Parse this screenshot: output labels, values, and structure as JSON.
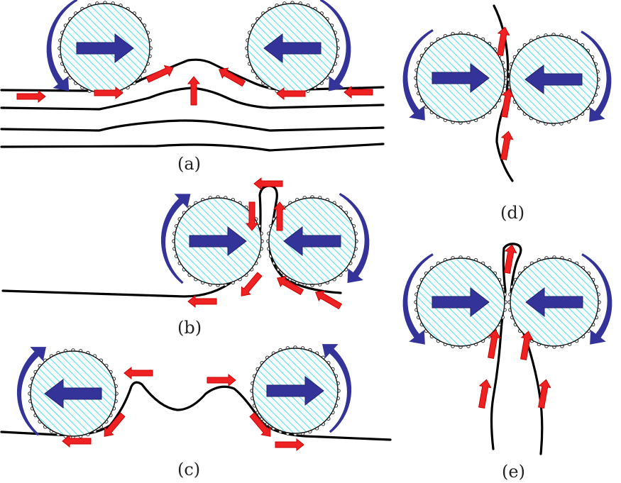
{
  "figure": {
    "colors": {
      "roller_hatch": "#5ee3f0",
      "push_arrow": "#333399",
      "rotation_arrow": "#333399",
      "flow_arrow": "#ee2222",
      "sheet": "#000000"
    },
    "legend_semantics": {
      "roller": "textured roller (cyan hatched disc with surface bumps)",
      "push_arrow": "roller translation direction",
      "rotation_arrow": "roller rotation direction",
      "flow_arrow": "material/sheet flow direction",
      "sheet": "deformable sheet / layer"
    },
    "panels": [
      {
        "id": "a",
        "label": "(a)",
        "rollers": [
          {
            "name": "left-roller",
            "push": "right",
            "rotation": "counterclockwise"
          },
          {
            "name": "right-roller",
            "push": "left",
            "rotation": "clockwise"
          }
        ],
        "description": "Two rollers on stacked layers pushing toward each other; top layer buckles upward between them",
        "layer_count": 4,
        "flow_arrows": [
          "right",
          "right",
          "up-right",
          "up",
          "up-left",
          "left",
          "left"
        ]
      },
      {
        "id": "b",
        "label": "(b)",
        "rollers": [
          {
            "name": "left-roller",
            "push": "right",
            "rotation": "clockwise"
          },
          {
            "name": "right-roller",
            "push": "left",
            "rotation": "clockwise"
          }
        ],
        "description": "Rollers meet; sheet forms upward fold between them",
        "flow_arrows": [
          "left",
          "down",
          "up",
          "down-left",
          "up-left",
          "left",
          "up-left"
        ]
      },
      {
        "id": "c",
        "label": "(c)",
        "rollers": [
          {
            "name": "left-roller",
            "push": "left",
            "rotation": "clockwise"
          },
          {
            "name": "right-roller",
            "push": "right",
            "rotation": "counterclockwise"
          }
        ],
        "description": "Rollers move apart; sheet forms double wave between them",
        "flow_arrows": [
          "left",
          "down-left",
          "left",
          "right",
          "down-right",
          "right"
        ]
      },
      {
        "id": "d",
        "label": "(d)",
        "rollers": [
          {
            "name": "left-roller",
            "push": "right",
            "rotation": "counterclockwise"
          },
          {
            "name": "right-roller",
            "push": "left",
            "rotation": "clockwise"
          }
        ],
        "description": "Vertical sheet pulled upward through nip between rollers",
        "flow_arrows": [
          "up",
          "up",
          "up"
        ]
      },
      {
        "id": "e",
        "label": "(e)",
        "rollers": [
          {
            "name": "left-roller",
            "push": "right",
            "rotation": "counterclockwise"
          },
          {
            "name": "right-roller",
            "push": "left",
            "rotation": "clockwise"
          }
        ],
        "description": "Folded sheet (two strands) drawn upward through nip, loop above",
        "flow_arrows": [
          "up",
          "up",
          "up",
          "up",
          "up"
        ]
      }
    ]
  }
}
